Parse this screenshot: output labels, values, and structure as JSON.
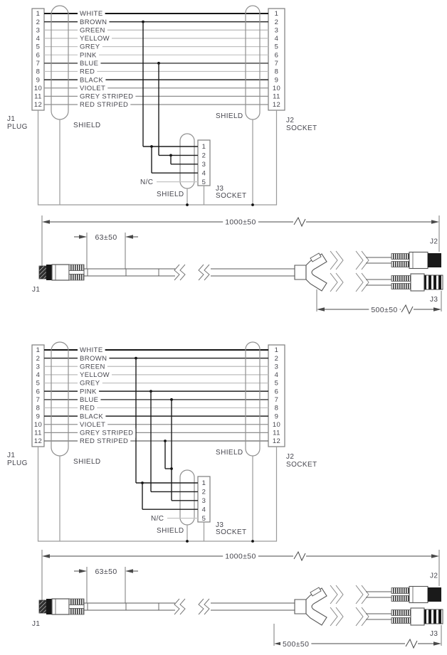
{
  "diagram": {
    "wire_colors": [
      "WHITE",
      "BROWN",
      "GREEN",
      "YELLOW",
      "GREY",
      "PINK",
      "BLUE",
      "RED",
      "BLACK",
      "VIOLET",
      "GREY STRIPED",
      "RED STRIPED"
    ],
    "pin_numbers_12": [
      "1",
      "2",
      "3",
      "4",
      "5",
      "6",
      "7",
      "8",
      "9",
      "10",
      "11",
      "12"
    ],
    "pin_numbers_5": [
      "1",
      "2",
      "3",
      "4",
      "5"
    ],
    "connectors": {
      "j1": {
        "label": "J1",
        "type": "PLUG"
      },
      "j2": {
        "label": "J2",
        "type": "SOCKET"
      },
      "j3": {
        "label": "J3",
        "type": "SOCKET"
      },
      "shield_label": "SHIELD",
      "nc_label": "N/C"
    },
    "schematics": [
      {
        "name": "top-diagram",
        "j3_wiring": {
          "1": "BROWN",
          "2": "BLUE",
          "3": "BLUE",
          "4": "BROWN",
          "5": "N/C"
        }
      },
      {
        "name": "bottom-diagram",
        "j3_wiring": {
          "1": "BROWN",
          "2": "PINK",
          "3": "BLUE + RED STRIPED",
          "4": "BROWN",
          "5": "N/C"
        }
      }
    ],
    "dimensions": {
      "overall": "1000±50",
      "boot": "63±50",
      "branch": "500±50"
    },
    "cable_labels": {
      "j1": "J1",
      "j2": "J2",
      "j3": "J3"
    }
  }
}
